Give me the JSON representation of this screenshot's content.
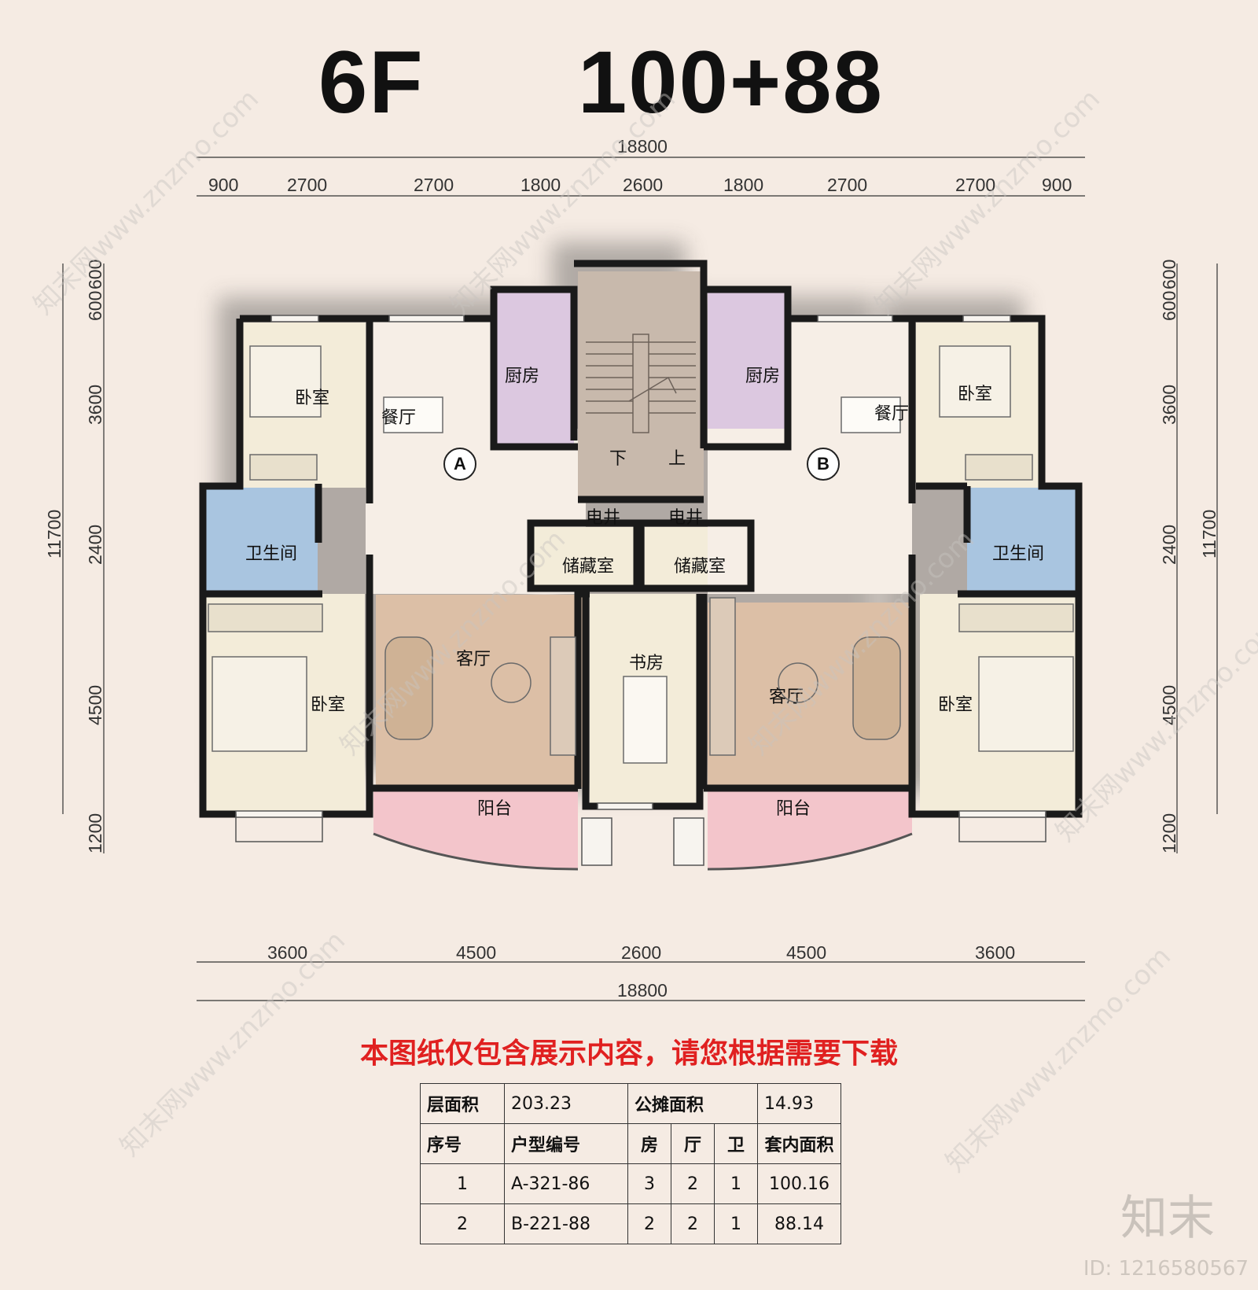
{
  "header": {
    "floor_label": "6F",
    "unit_combo": "100+88"
  },
  "dimensions": {
    "overall_width": "18800",
    "top_segments": [
      "900",
      "2700",
      "2700",
      "1800",
      "2600",
      "1800",
      "2700",
      "2700",
      "900"
    ],
    "bottom_segments": [
      "3600",
      "4500",
      "2600",
      "4500",
      "3600"
    ],
    "overall_depth": "11700",
    "side_segments": [
      "600",
      "600",
      "3600",
      "2400",
      "4500",
      "1200"
    ]
  },
  "units": {
    "a": "A",
    "b": "B"
  },
  "rooms": {
    "bedroom": "卧室",
    "dining": "餐厅",
    "kitchen": "厨房",
    "bathroom": "卫生间",
    "living": "客厅",
    "balcony": "阳台",
    "study": "书房",
    "storage": "储藏室",
    "shaft": "电井",
    "stair_down": "下",
    "stair_up": "上"
  },
  "colors": {
    "bedroom": "#f3ecd9",
    "kitchen": "#dcc8e0",
    "bathroom": "#a9c5e0",
    "living": "#dcbfa6",
    "balcony": "#f3c5cb",
    "stair": "#c8b9ac",
    "wall": "#1a1a1a"
  },
  "notice": "本图纸仅包含展示内容，请您根据需要下载",
  "area_table": {
    "floor_area_label": "层面积",
    "floor_area_value": "203.23",
    "shared_area_label": "公摊面积",
    "shared_area_value": "14.93",
    "columns": [
      "序号",
      "户型编号",
      "房",
      "厅",
      "卫",
      "套内面积"
    ],
    "rows": [
      {
        "no": "1",
        "code": "A-321-86",
        "rooms": "3",
        "halls": "2",
        "baths": "1",
        "area": "100.16"
      },
      {
        "no": "2",
        "code": "B-221-88",
        "rooms": "2",
        "halls": "2",
        "baths": "1",
        "area": "88.14"
      }
    ]
  },
  "footer": {
    "brand": "知末",
    "id": "ID: 1216580567"
  },
  "watermark": "知末网www.znzmo.com"
}
